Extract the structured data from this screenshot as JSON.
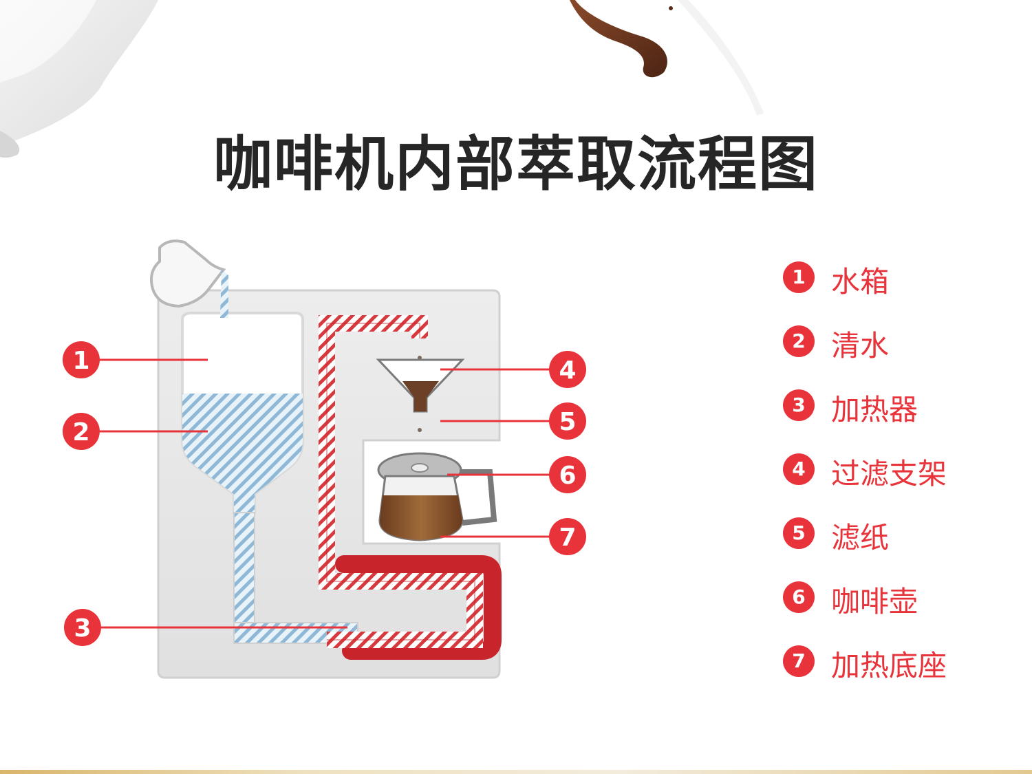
{
  "title": "咖啡机内部萃取流程图",
  "colors": {
    "accent": "#e8333a",
    "water": "#9ec3dc",
    "heater": "#c8242b",
    "coffee": "#7a4a26",
    "machine": "#e6e6e6"
  },
  "callouts": [
    {
      "num": "1"
    },
    {
      "num": "2"
    },
    {
      "num": "3"
    },
    {
      "num": "4"
    },
    {
      "num": "5"
    },
    {
      "num": "6"
    },
    {
      "num": "7"
    }
  ],
  "legend": [
    {
      "num": "1",
      "label": "水箱"
    },
    {
      "num": "2",
      "label": "清水"
    },
    {
      "num": "3",
      "label": "加热器"
    },
    {
      "num": "4",
      "label": "过滤支架"
    },
    {
      "num": "5",
      "label": "滤纸"
    },
    {
      "num": "6",
      "label": "咖啡壶"
    },
    {
      "num": "7",
      "label": "加热底座"
    }
  ]
}
